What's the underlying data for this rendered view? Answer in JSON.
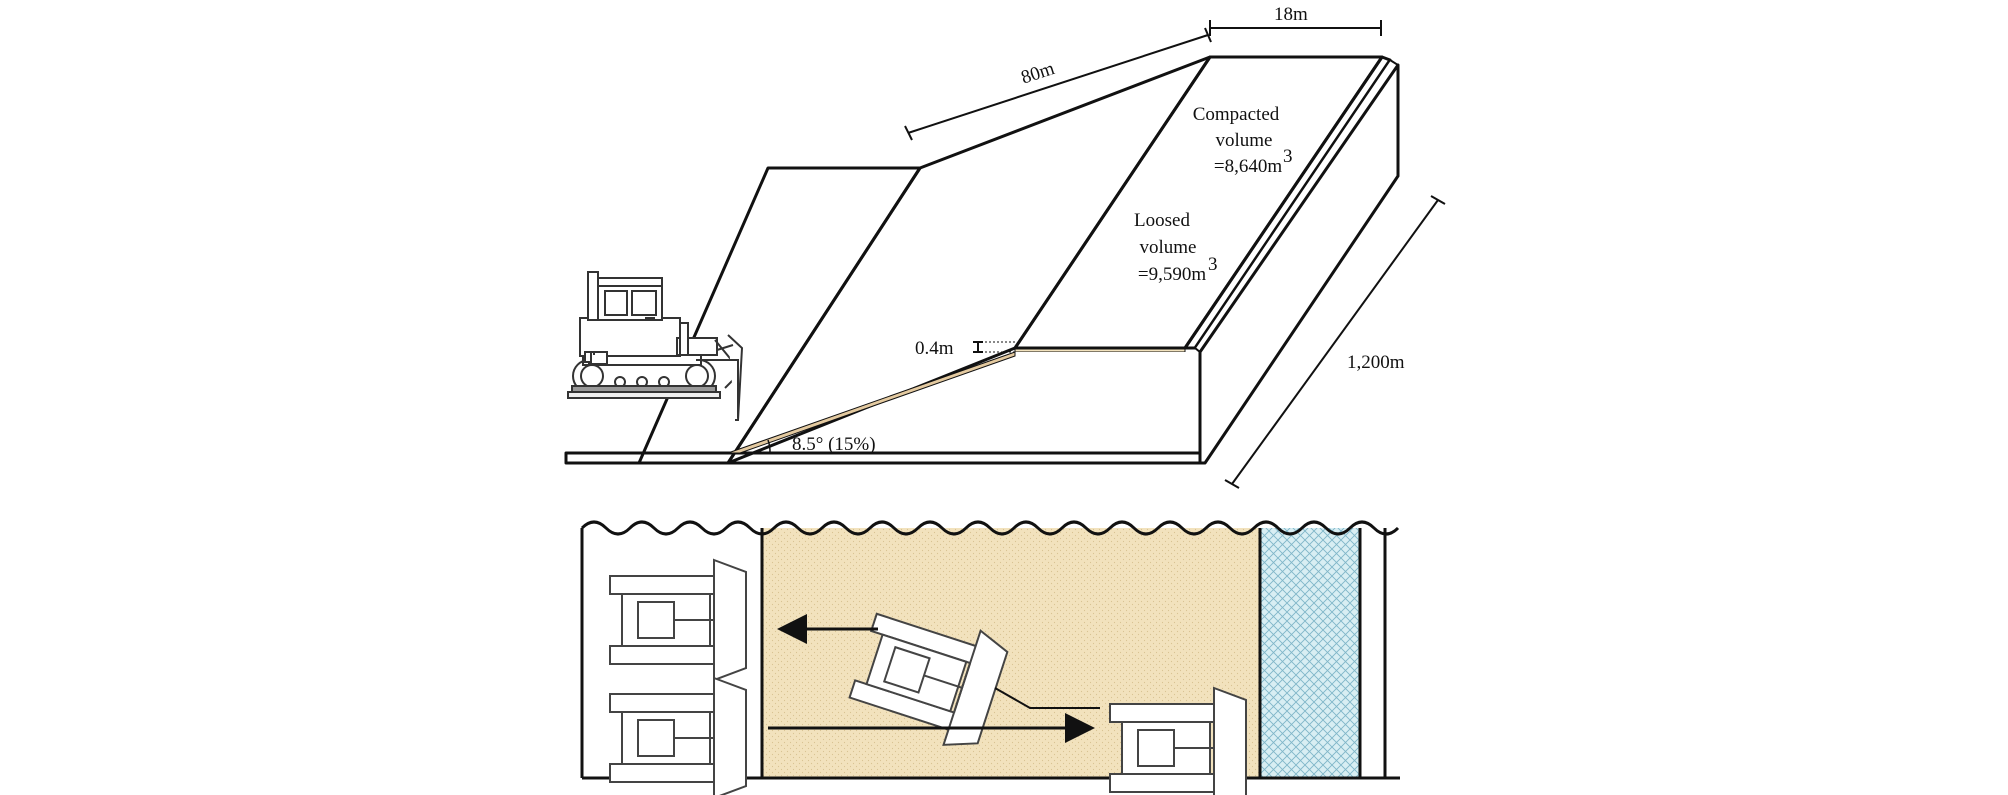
{
  "labels": {
    "slope_length": "80m",
    "top_width": "18m",
    "length": "1,200m",
    "layer_thickness": "0.4m",
    "slope_angle": "8.5° (15%)",
    "compacted_title_1": "Compacted",
    "compacted_title_2": "volume",
    "compacted_value": "=8,640m",
    "loosed_title_1": "Loosed",
    "loosed_title_2": "volume",
    "loosed_value": "=9,590m",
    "cubic_superscript": "3"
  },
  "colors": {
    "loose_fill": "#f2e2bd",
    "compacted_fill": "#d8eef3",
    "compacted_hatch": "#7fb6c8",
    "line": "#111111",
    "machine": "#444444"
  },
  "icons": [
    "bulldozer-side-icon",
    "bulldozer-top-icon"
  ]
}
